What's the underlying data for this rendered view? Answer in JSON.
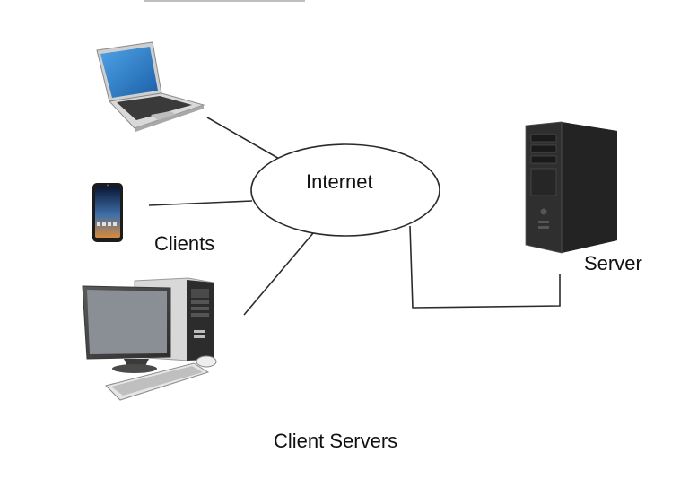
{
  "diagram": {
    "hub_label": "Internet",
    "clients_label": "Clients",
    "server_label": "Server",
    "caption": "Client Servers"
  },
  "devices": [
    {
      "icon": "laptop-icon"
    },
    {
      "icon": "smartphone-icon"
    },
    {
      "icon": "desktop-computer-icon"
    },
    {
      "icon": "server-tower-icon"
    }
  ],
  "colors": {
    "line": "#2b2b2b",
    "screen": "#2a6fb8",
    "device_dark": "#1e1e1e",
    "device_light": "#e8e8e8"
  }
}
